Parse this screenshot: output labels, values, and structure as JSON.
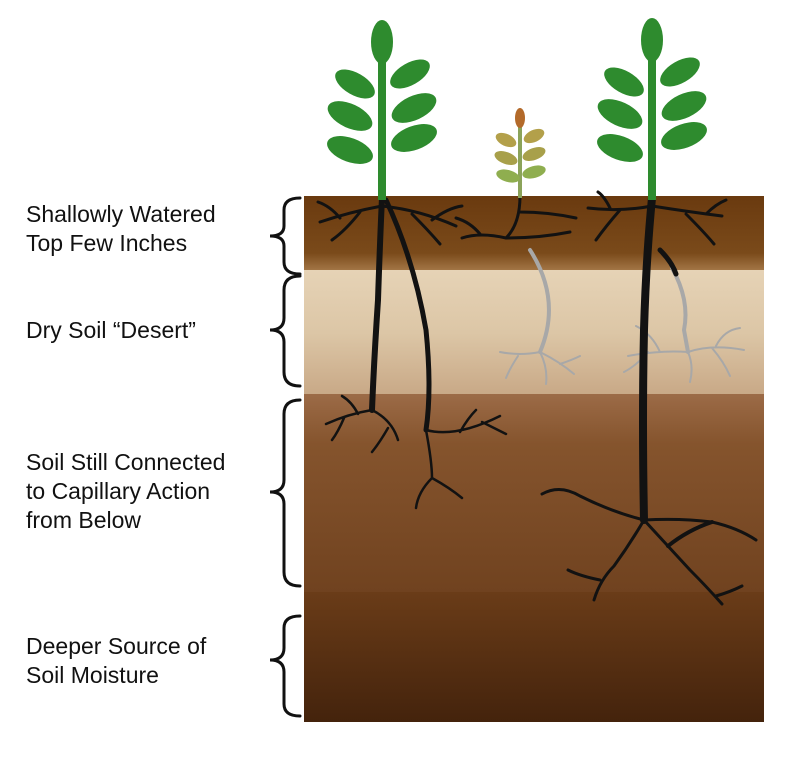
{
  "layers": [
    {
      "lines": [
        "Shallowly Watered",
        "Top Few Inches"
      ]
    },
    {
      "lines": [
        "Dry Soil “Desert”"
      ]
    },
    {
      "lines": [
        "Soil Still Connected",
        "to Capillary Action",
        "from Below"
      ]
    },
    {
      "lines": [
        "Deeper Source of",
        "Soil Moisture"
      ]
    }
  ],
  "colors": {
    "topsoil": "#6b3d12",
    "dry_soil": "#e3cfb2",
    "connected_soil": "#7a4a24",
    "deep_soil": "#4e2a10",
    "root": "#121212",
    "dead_root": "#a9a9a9",
    "leaf_green": "#2e8b2e",
    "seedling_leaf": "#b3a04a"
  }
}
